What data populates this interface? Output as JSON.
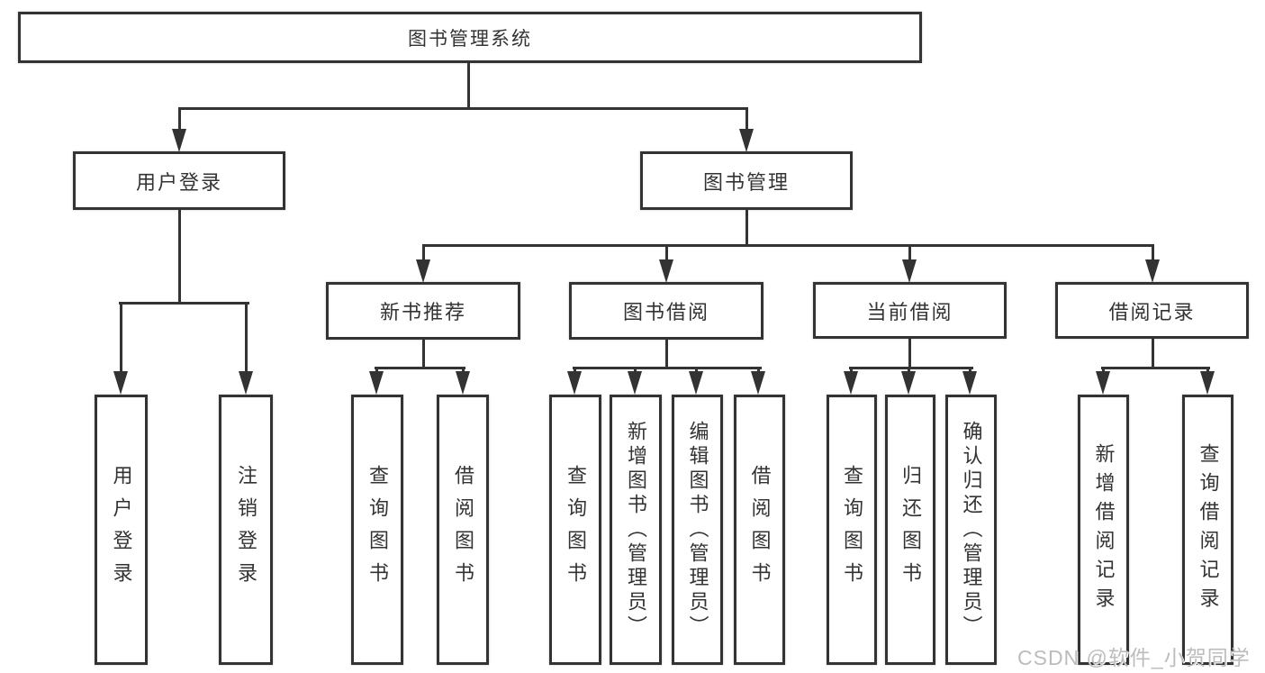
{
  "tree": {
    "root": "图书管理系统",
    "branches": [
      {
        "label": "用户登录",
        "children": [
          "用户登录",
          "注销登录"
        ]
      },
      {
        "label": "图书管理",
        "sections": [
          {
            "label": "新书推荐",
            "children": [
              "查询图书",
              "借阅图书"
            ]
          },
          {
            "label": "图书借阅",
            "children": [
              "查询图书",
              "新增图书（管理员）",
              "编辑图书（管理员）",
              "借阅图书"
            ]
          },
          {
            "label": "当前借阅",
            "children": [
              "查询图书",
              "归还图书",
              "确认归还（管理员）"
            ]
          },
          {
            "label": "借阅记录",
            "children": [
              "新增借阅记录",
              "查询借阅记录"
            ]
          }
        ]
      }
    ]
  },
  "watermark": {
    "text": "CSDN @软件_小贺同学"
  },
  "colors": {
    "line": "#333333",
    "text": "#333333",
    "node_fill": "#ffffff",
    "watermark": "#bcbcbc",
    "background": "#ffffff"
  }
}
